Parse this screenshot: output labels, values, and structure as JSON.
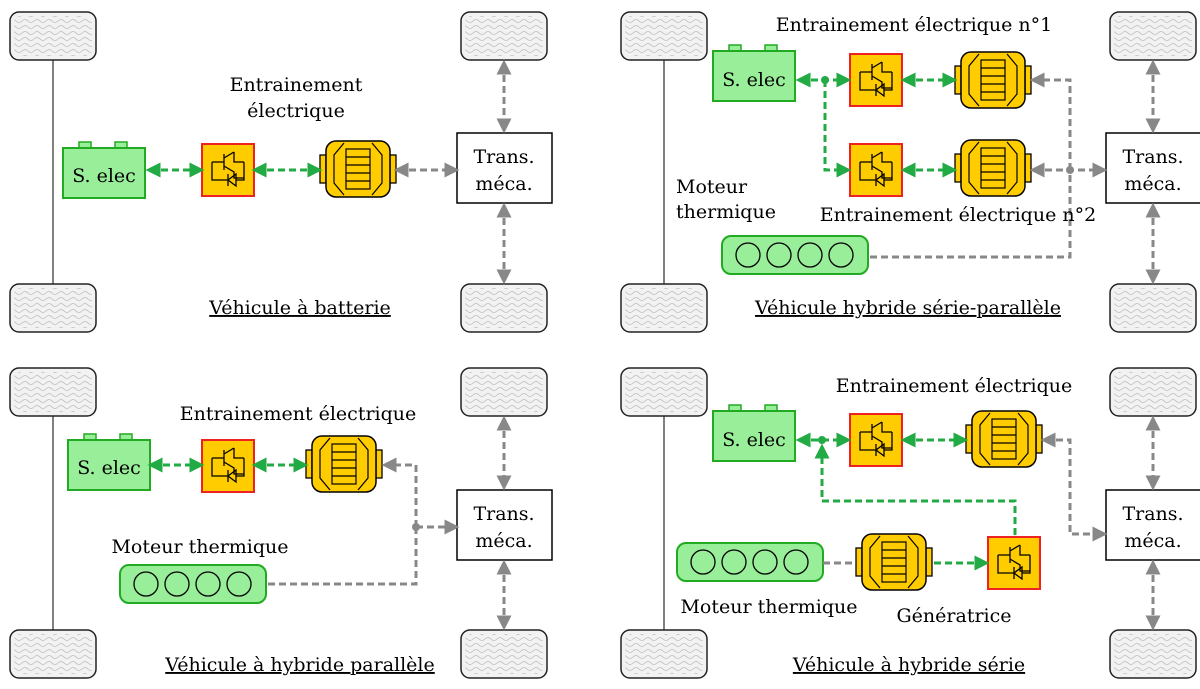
{
  "colors": {
    "green_fill": "#99EE99",
    "green_stroke": "#22AA22",
    "green_arrow": "#22AA44",
    "yellow_fill": "#FFCC00",
    "red_stroke": "#EE2222",
    "gray_arrow": "#888888",
    "tire_fill": "#EEEEEE"
  },
  "labels": {
    "s_elec": "S. elec",
    "trans_line1": "Trans.",
    "trans_line2": "méca."
  },
  "diagrams": {
    "battery": {
      "title": "Véhicule à batterie",
      "drive_line1": "Entrainement",
      "drive_line2": "électrique"
    },
    "series_parallel": {
      "title": "Véhicule hybride série-parallèle",
      "drive1": "Entrainement électrique n°1",
      "drive2": "Entrainement électrique n°2",
      "engine_line1": "Moteur",
      "engine_line2": "thermique"
    },
    "parallel": {
      "title": "Véhicule à hybride parallèle",
      "drive": "Entrainement électrique",
      "engine": "Moteur thermique"
    },
    "series": {
      "title": "Véhicule à hybride série",
      "drive": "Entrainement électrique",
      "engine": "Moteur thermique",
      "generator": "Génératrice"
    }
  }
}
